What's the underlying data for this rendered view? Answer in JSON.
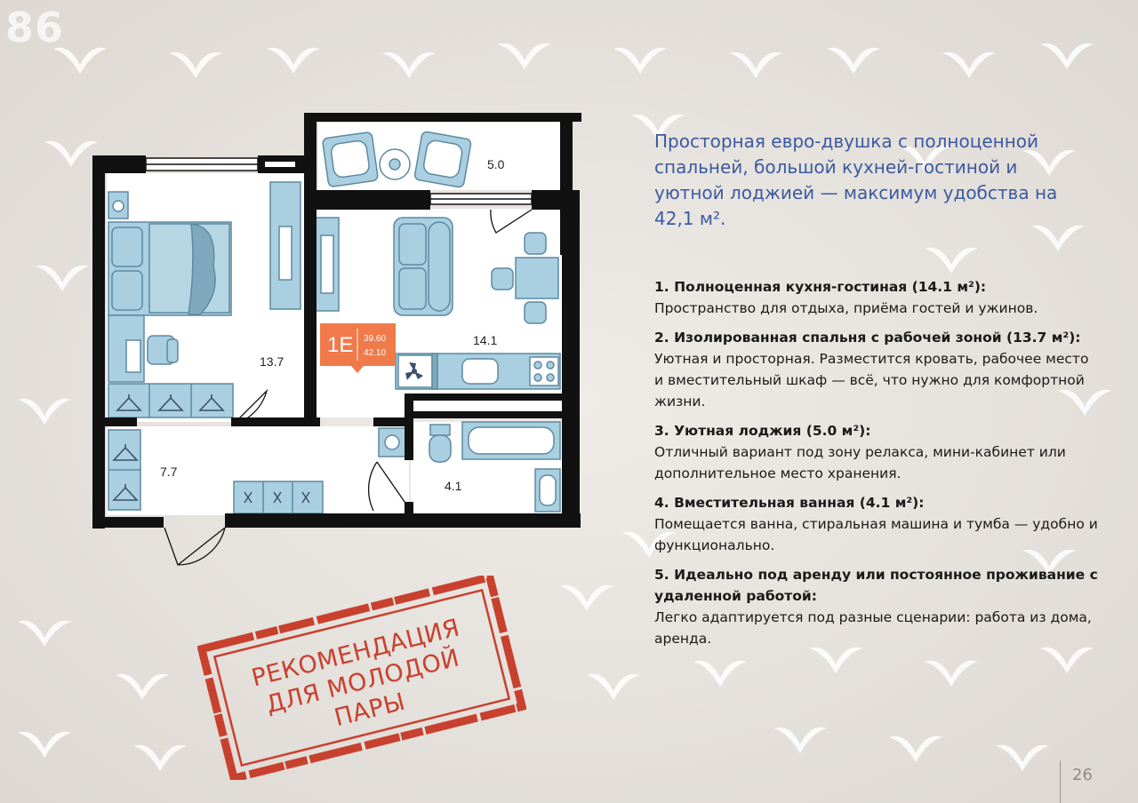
{
  "page_corner_number": "86",
  "headline": "Просторная евро-двушка с полноценной спальней, большой кухней-гостиной и уютной лоджией — максимум удобства на 42,1 м².",
  "features": [
    {
      "title": "1. Полноценная кухня-гостиная (14.1 м²):",
      "desc": "Пространство для отдыха, приёма гостей и ужинов."
    },
    {
      "title": "2. Изолированная спальня с рабочей зоной (13.7 м²):",
      "desc": "Уютная и просторная. Разместится кровать, рабочее место и вместительный шкаф — всё, что нужно для комфортной жизни."
    },
    {
      "title": "3. Уютная лоджия (5.0 м²):",
      "desc": "Отличный вариант под зону релакса, мини-кабинет или дополнительное место хранения."
    },
    {
      "title": "4. Вместительная ванная (4.1 м²):",
      "desc": "Помещается ванна, стиральная машина и тумба — удобно и функционально."
    },
    {
      "title": "5. Идеально под аренду или постоянное проживание с удаленной работой:",
      "desc": "Легко адаптируется под разные сценарии: работа из дома, аренда."
    }
  ],
  "floorplan": {
    "rooms": {
      "loggia": "5.0",
      "bedroom": "13.7",
      "kitchen_living": "14.1",
      "hallway": "7.7",
      "bathroom": "4.1"
    },
    "badge": {
      "code": "1E",
      "area_top": "39.60",
      "area_bottom": "42.10"
    },
    "colors": {
      "wall": "#111111",
      "furniture": "#a9cfe0",
      "furniture_stroke": "#5d8aa1",
      "badge": "#f07a4a"
    }
  },
  "stamp": {
    "lines": [
      "РЕКОМЕНДАЦИЯ",
      "ДЛЯ МОЛОДОЙ",
      "ПАРЫ"
    ],
    "color": "#c8412f"
  },
  "page_number": "26",
  "colors": {
    "headline": "#3c5aa0",
    "background": "#e9e5e1"
  }
}
